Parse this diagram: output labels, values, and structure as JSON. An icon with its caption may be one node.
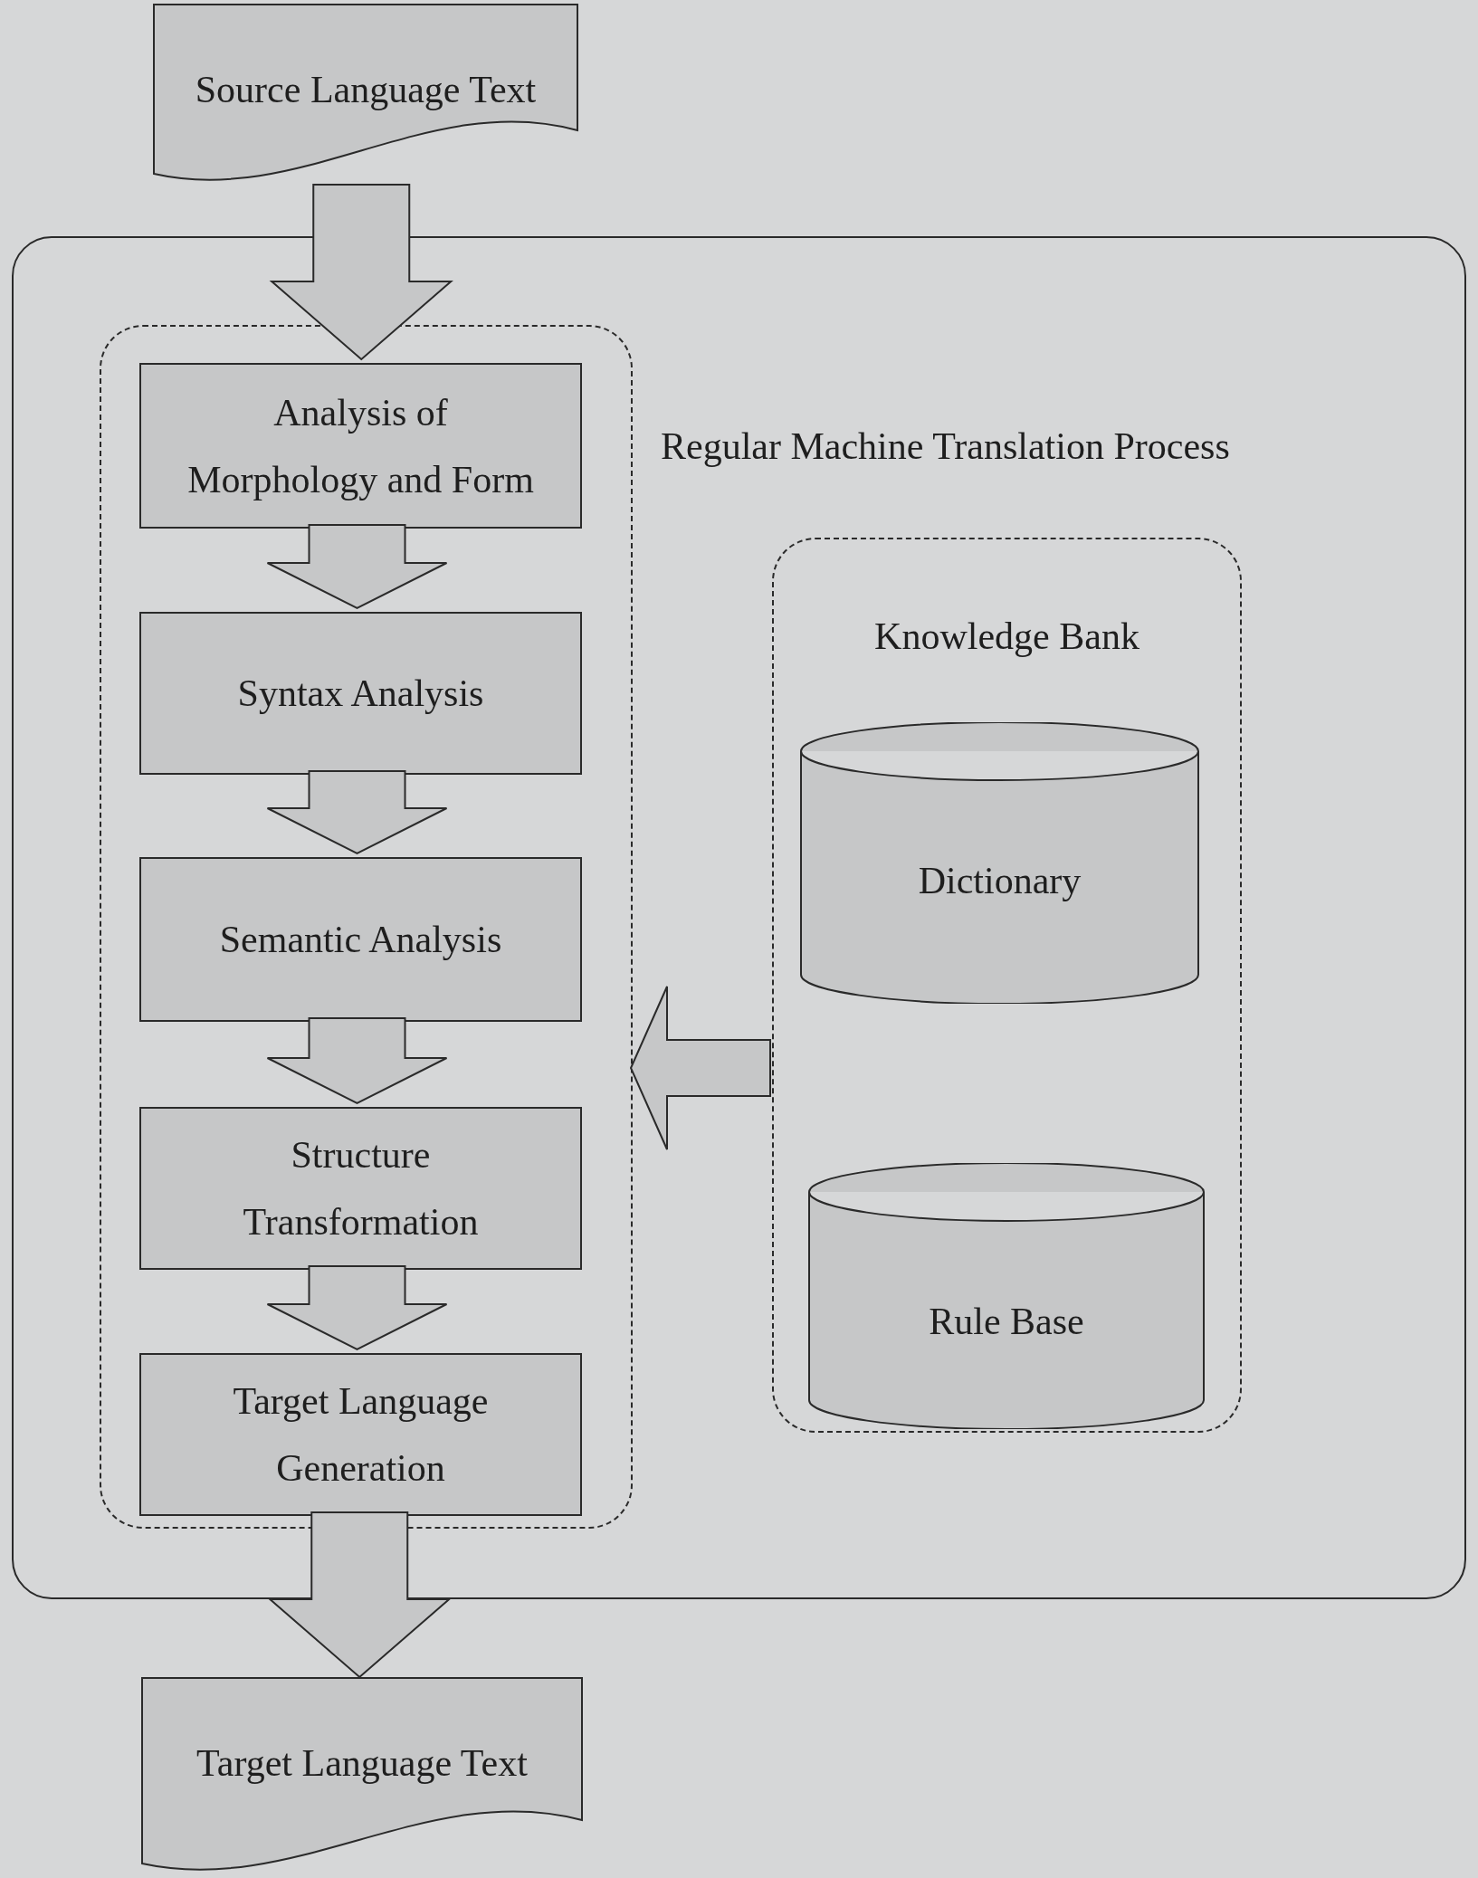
{
  "diagram": {
    "nodes": [
      {
        "text": [
          "Source Language Text"
        ]
      },
      {
        "text": [
          "Regular Machine Translation Process"
        ]
      },
      {
        "text": [],
        "shape": "box",
        "in": 1
      },
      {
        "text": [
          "Analysis of Morphology and Form"
        ],
        "in": 2
      },
      {
        "text": [
          "Syntax Analysis"
        ],
        "in": 2
      },
      {
        "text": [
          "Semantic Analysis"
        ],
        "in": 2
      },
      {
        "text": [
          "Structure Transformation"
        ],
        "in": 2
      },
      {
        "text": [
          "Target Language Generation"
        ],
        "in": 2
      },
      {
        "text": [
          "Knowledge Bank"
        ],
        "in": 1
      },
      {
        "text": [
          "Dictionary"
        ],
        "in": 8
      },
      {
        "text": [
          "Rule Base"
        ],
        "in": 8
      },
      {
        "text": [
          "Target Language Text"
        ]
      }
    ],
    "edges": [
      {
        "from": 0,
        "to": 3,
        "arrow": "to"
      },
      {
        "from": 3,
        "to": 4,
        "arrow": "to"
      },
      {
        "from": 4,
        "to": 5,
        "arrow": "to"
      },
      {
        "from": 5,
        "to": 6,
        "arrow": "to"
      },
      {
        "from": 6,
        "to": 7,
        "arrow": "to"
      },
      {
        "from": 7,
        "to": 11,
        "arrow": "to"
      },
      {
        "from": 8,
        "to": 2,
        "arrow": "to"
      }
    ]
  }
}
